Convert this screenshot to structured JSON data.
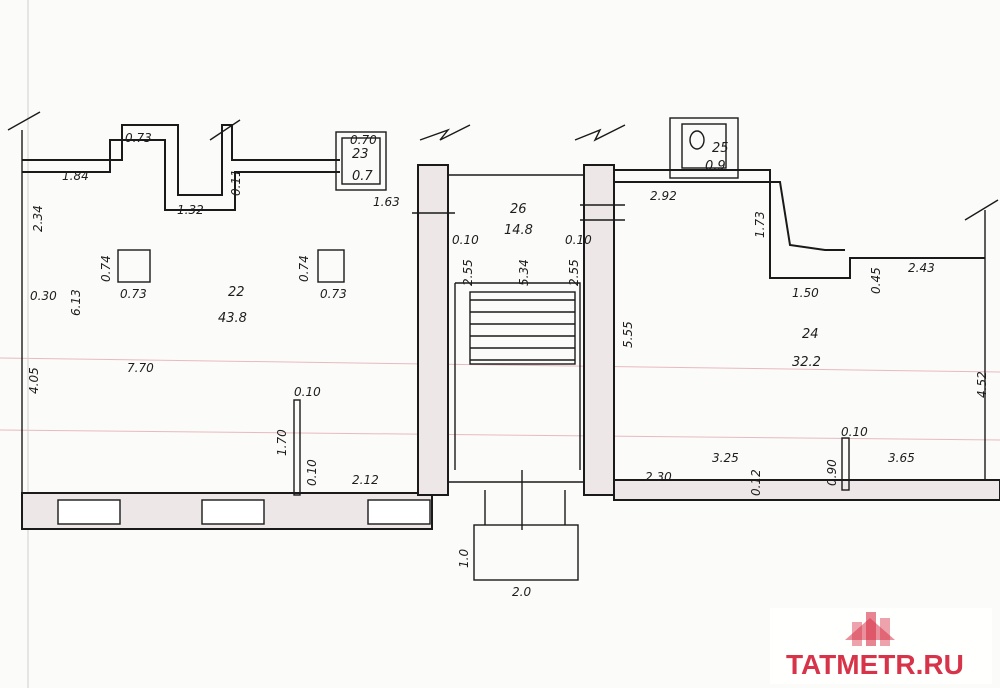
{
  "rooms": [
    {
      "number": "22",
      "area": "43.8"
    },
    {
      "number": "23",
      "area": "0.7"
    },
    {
      "number": "24",
      "area": "32.2"
    },
    {
      "number": "25",
      "area": "0.9"
    },
    {
      "number": "26",
      "area": "14.8"
    }
  ],
  "dimensions": {
    "d184": "1.84",
    "d073a": "0.73",
    "d132": "1.32",
    "d011": "0.11",
    "d070": "0.70",
    "d163": "1.63",
    "d234": "2.34",
    "d074a": "0.74",
    "d073b": "0.73",
    "d074b": "0.74",
    "d073c": "0.73",
    "d030": "0.30",
    "d613": "6.13",
    "d405": "4.05",
    "d770": "7.70",
    "d010a": "0.10",
    "d170": "1.70",
    "d010b": "0.10",
    "d212": "2.12",
    "d010c": "0.10",
    "d255a": "2.55",
    "d534": "5.34",
    "d010d": "0.10",
    "d255b": "2.55",
    "d10": "1.0",
    "d20": "2.0",
    "d292": "2.92",
    "d173": "1.73",
    "d150": "1.50",
    "d045": "0.45",
    "d243": "2.43",
    "d555": "5.55",
    "d452": "4.52",
    "d010e": "0.10",
    "d090": "0.90",
    "d325": "3.25",
    "d365": "3.65",
    "d230": "2.30",
    "d012": "0.12"
  },
  "watermark": "TATMETR.RU",
  "colors": {
    "watermark": "#d7344a",
    "wall_fill": "#ede7e7"
  }
}
